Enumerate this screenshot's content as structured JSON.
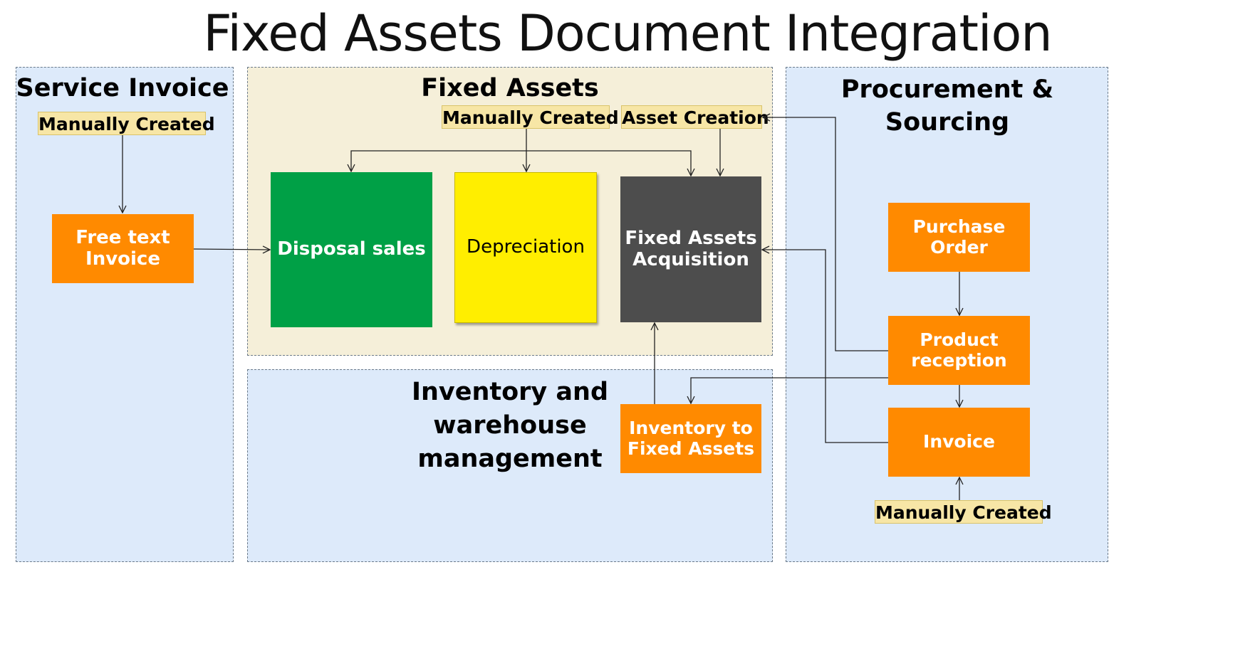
{
  "title": "Fixed Assets Document Integration",
  "panels": {
    "service_invoice": {
      "title": "Service Invoice",
      "manual_tag": "Manually Created",
      "free_text_invoice": [
        "Free text",
        "Invoice"
      ]
    },
    "fixed_assets": {
      "title": "Fixed Assets",
      "manual_tag": "Manually Created",
      "asset_creation_tag": "Asset Creation",
      "disposal_sales": "Disposal sales",
      "depreciation": "Depreciation",
      "acquisition": [
        "Fixed Assets",
        "Acquisition"
      ]
    },
    "inventory": {
      "title": [
        "Inventory and",
        "warehouse",
        "management"
      ],
      "inventory_to_fa": [
        "Inventory to",
        "Fixed Assets"
      ]
    },
    "procurement": {
      "title": [
        "Procurement &",
        "Sourcing"
      ],
      "purchase_order": [
        "Purchase",
        "Order"
      ],
      "product_reception": [
        "Product",
        "reception"
      ],
      "invoice": "Invoice",
      "manual_tag": "Manually Created"
    }
  },
  "colors": {
    "orange": "#ff8a00",
    "green": "#00a046",
    "yellow": "#ffee00",
    "dark_gray": "#4d4d4d",
    "panel_blue": "#ddeafa",
    "panel_cream": "#f5efd9",
    "tag_fill": "#f7e6a6"
  }
}
